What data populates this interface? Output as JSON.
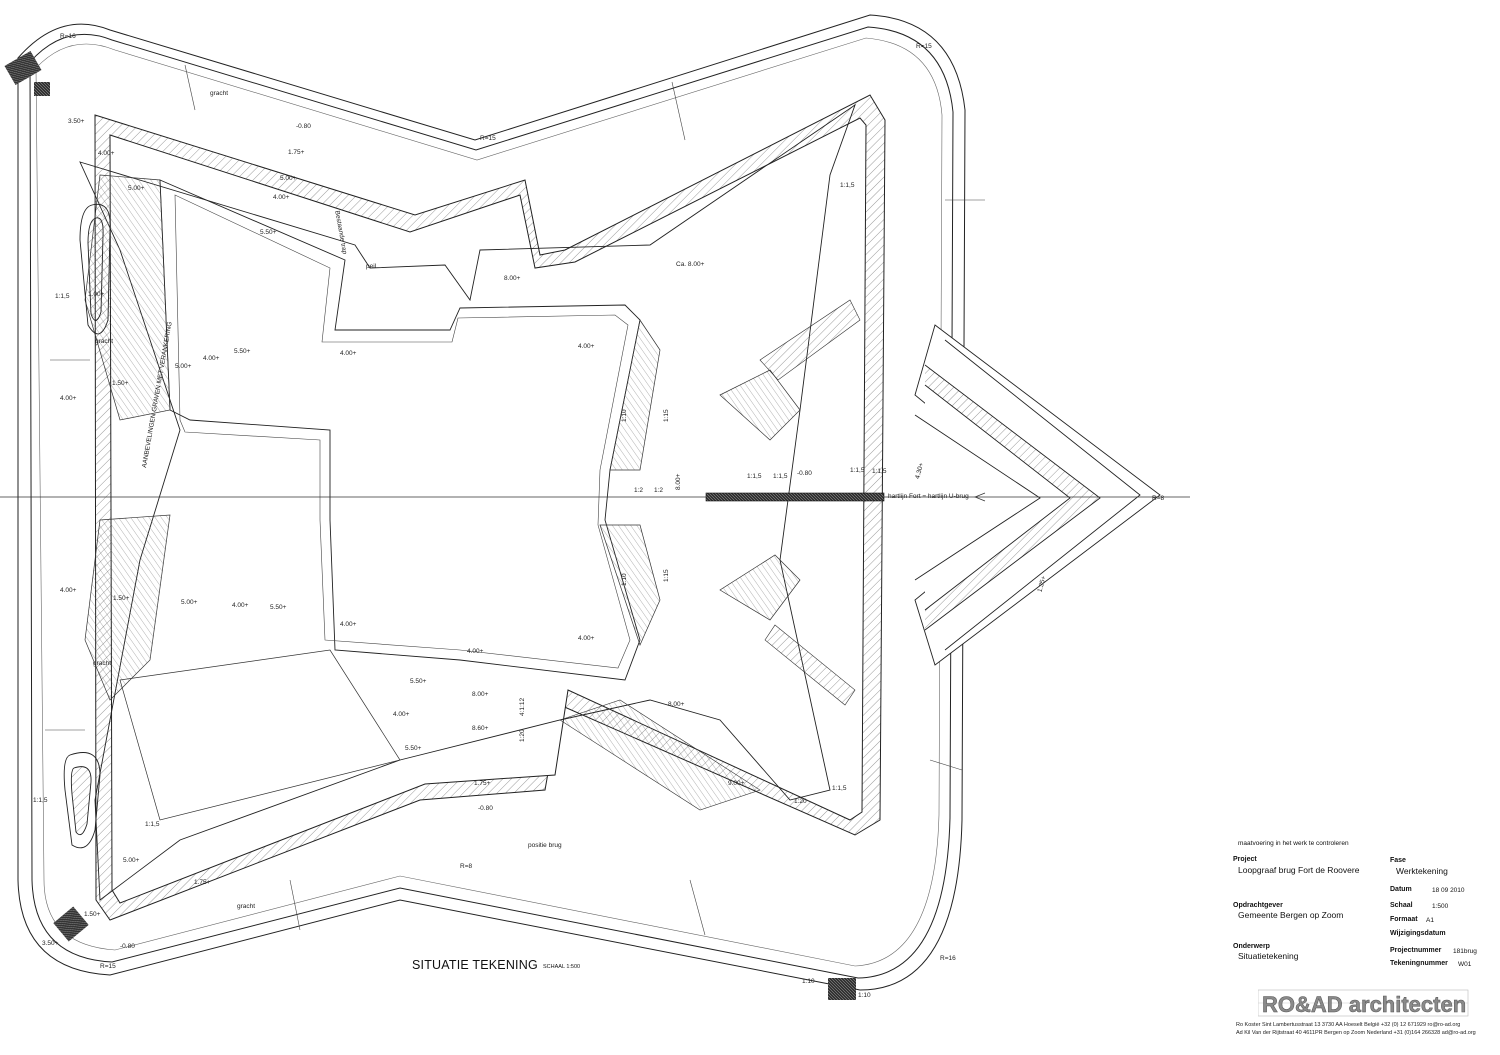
{
  "drawing": {
    "title": "SITUATIE TEKENING",
    "scale_note": "SCHAAL 1:500",
    "measure_note": "maatvoering in het werk te controleren",
    "axis_label": "hartlijn Fort = hartlijn U-brug"
  },
  "labels": {
    "r16_top": "R=16",
    "r15_top": "R=15",
    "r15_right": "R=15",
    "r8_right": "R=8",
    "r8_bottom": "R=8",
    "r15_bottom": "R=15",
    "r16_bottom": "R=16",
    "gracht_top": "gracht",
    "gracht_left": "gracht",
    "gracht_lower": "gracht",
    "gracht_bottom": "gracht",
    "p350_top": "3.50+",
    "p350_bottom": "3.50+",
    "m080_a": "-0.80",
    "m080_b": "-0.80",
    "m080_c": "-0.80",
    "m080_d": "-0.80",
    "p400_a": "4.00+",
    "p400_b": "4.00+",
    "p400_c": "4.00+",
    "p400_d": "4.00+",
    "p400_e": "4.00+",
    "p400_f": "4.00+",
    "p400_g": "4.00+",
    "p400_h": "4.00+",
    "p400_i": "4.00+",
    "p400_j": "4.00+",
    "p400_k": "4.00+",
    "p400_l": "4.00+",
    "p500_a": "5.00+",
    "p500_b": "5.00+",
    "p500_c": "5.00+",
    "p500_d": "5.00+",
    "p500_e": "5.00+",
    "p550_a": "5.50+",
    "p550_b": "5.50+",
    "p550_c": "5.50+",
    "p550_d": "5.50+",
    "p550_e": "5.50+",
    "p150_a": "1.50+",
    "p150_b": "1.50+",
    "p150_c": "1.50+",
    "p150_d": "1.50+",
    "p175_a": "1.75+",
    "p175_b": "1.75+",
    "p100": "1.00+",
    "p800_a": "8.00+",
    "p800_b": "8.00+",
    "p800_c": "8.00+",
    "p800_d": "8.00+",
    "p800_e": "8.00+",
    "p900": "9.00+",
    "p860": "8.60+",
    "ca800": "Ca. 8.00+",
    "p430": "4.30+",
    "p135": "1.35+",
    "peil": "peil",
    "bestaande": "Bestaande trap",
    "positie_brug": "positie brug",
    "aanbevelingen": "AANBEVELINGEN GRAVEN MET VERANKERING",
    "s15": "1:1,5",
    "s10": "1:10",
    "s12": "1:2",
    "s15b": "1:15",
    "s20": "1:20",
    "s112": "4:1:12"
  },
  "titleblock": {
    "project_key": "Project",
    "project_val": "Loopgraaf brug Fort de Roovere",
    "client_key": "Opdrachtgever",
    "client_val": "Gemeente Bergen op Zoom",
    "subject_key": "Onderwerp",
    "subject_val": "Situatietekening",
    "phase_key": "Fase",
    "phase_val": "Werktekening",
    "date_key": "Datum",
    "date_val": "18 09 2010",
    "scale_key": "Schaal",
    "scale_val": "1:500",
    "format_key": "Formaat",
    "format_val": "A1",
    "rev_key": "Wijzigingsdatum",
    "projnr_key": "Projectnummer",
    "projnr_val": "181brug",
    "drawnr_key": "Tekeningnummer",
    "drawnr_val": "W01",
    "logo": "RO&AD architecten",
    "addr1": "Ro Koster Sint Lambertusstraat 13 3730 AA Hoeselt België   +32 (0) 12 671929 ro@ro-ad.org",
    "addr2": "Ad Kil Van der Rijtstraat 40 4611PR Bergen op Zoom Nederland  +31 (0)164 266328 ad@ro-ad.org"
  }
}
